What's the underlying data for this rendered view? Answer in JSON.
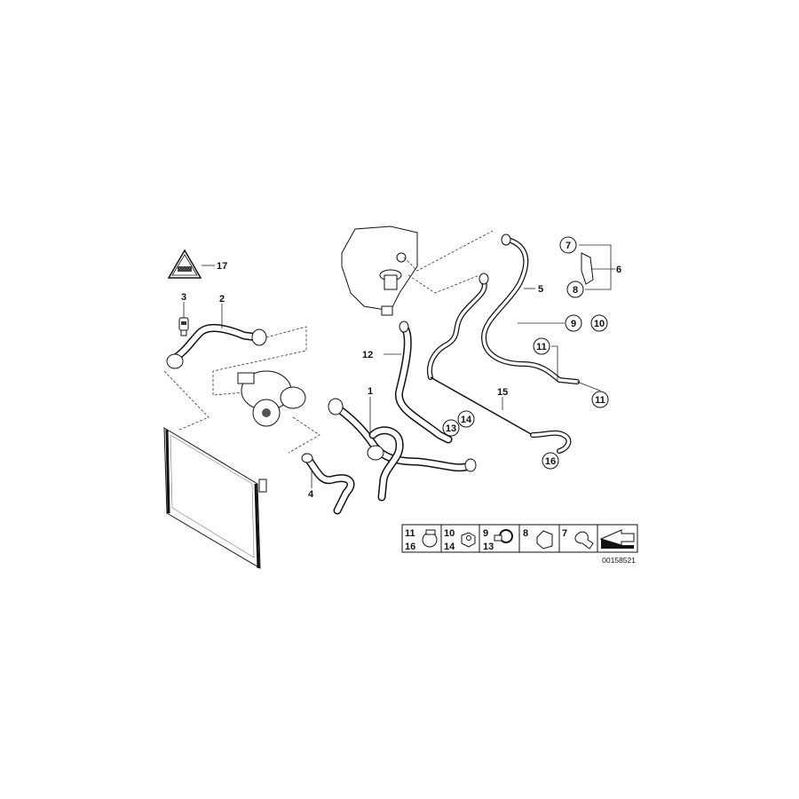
{
  "diagram": {
    "callouts": {
      "c1": "1",
      "c2": "2",
      "c3": "3",
      "c4": "4",
      "c5": "5",
      "c6": "6",
      "c7": "7",
      "c8": "8",
      "c9": "9",
      "c10": "10",
      "c11a": "11",
      "c11b": "11",
      "c12": "12",
      "c13": "13",
      "c14": "14",
      "c15": "15",
      "c16": "16",
      "c17": "17"
    },
    "legend": [
      {
        "top": "11",
        "bottom": "16",
        "icon": "hose-clamp-icon"
      },
      {
        "top": "10",
        "bottom": "14",
        "icon": "nut-icon"
      },
      {
        "top": "9",
        "bottom": "13",
        "icon": "clip-clamp-icon"
      },
      {
        "top": "8",
        "bottom": "",
        "icon": "holder-icon"
      },
      {
        "top": "7",
        "bottom": "",
        "icon": "clip-icon"
      },
      {
        "top": "",
        "bottom": "",
        "icon": "arrow-icon"
      }
    ],
    "diagram_number": "00158521"
  }
}
